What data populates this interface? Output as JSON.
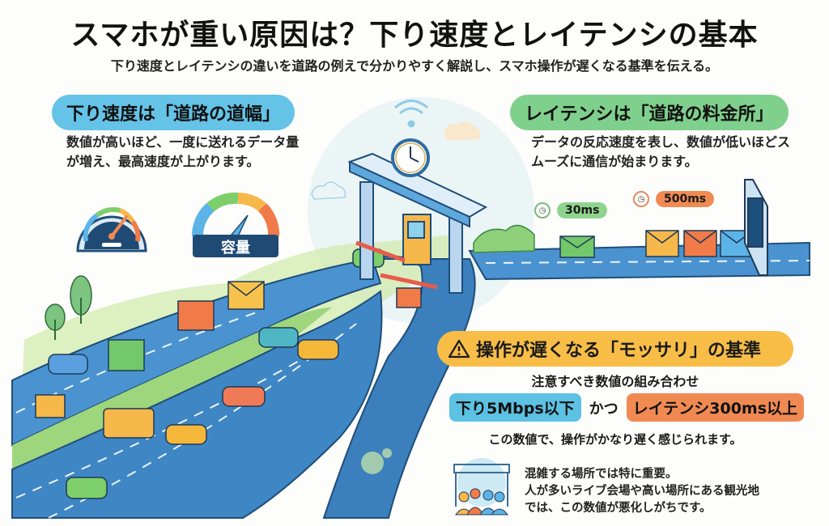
{
  "header": {
    "title": "スマホが重い原因は？下り速度とレイテンシの基本",
    "subtitle": "下り速度とレイテンシの違いを道路の例えで分かりやすく解説し、スマホ操作が遅くなる基準を伝える。"
  },
  "download_section": {
    "heading": "下り速度は「道路の道幅」",
    "description": "数値が高いほど、一度に送れるデータ量が増え、最高速度が上がります。",
    "icons": [
      "speedometer-icon",
      "capacity-gauge-icon"
    ],
    "gauge_label": "容量",
    "accent_color": "#64c3e6"
  },
  "latency_section": {
    "heading": "レイテンシは「道路の料金所」",
    "description": "データの反応速度を表し、数値が低いほどスムーズに通信が始まります。",
    "fast_label": "30ms",
    "slow_label": "500ms",
    "fast_color": "#7fd08c",
    "slow_color": "#f08a52",
    "accent_color": "#7fd08c"
  },
  "caution_section": {
    "icon": "warning-icon",
    "heading": "操作が遅くなる「モッサリ」の基準",
    "subheading": "注意すべき数値の組み合わせ",
    "criteria_download": "下り5Mbps以下",
    "criteria_conjunction": "かつ",
    "criteria_latency": "レイテンシ300ms以上",
    "note": "この数値で、操作がかなり遅く感じられます。",
    "crowd_icon": "crowd-concert-icon",
    "crowd_line1": "混雑する場所では特に重要。",
    "crowd_line2": "人が多いライブ会場や高い場所にある観光地",
    "crowd_line3": "では、この数値が悪化しがちです。",
    "accent_color": "#f7bd47"
  },
  "illustration": {
    "elements": [
      "multi-lane-highway",
      "toll-gate",
      "clock-icon",
      "wifi-icon",
      "cars",
      "data-packets",
      "envelopes",
      "trees",
      "gate-door"
    ]
  }
}
